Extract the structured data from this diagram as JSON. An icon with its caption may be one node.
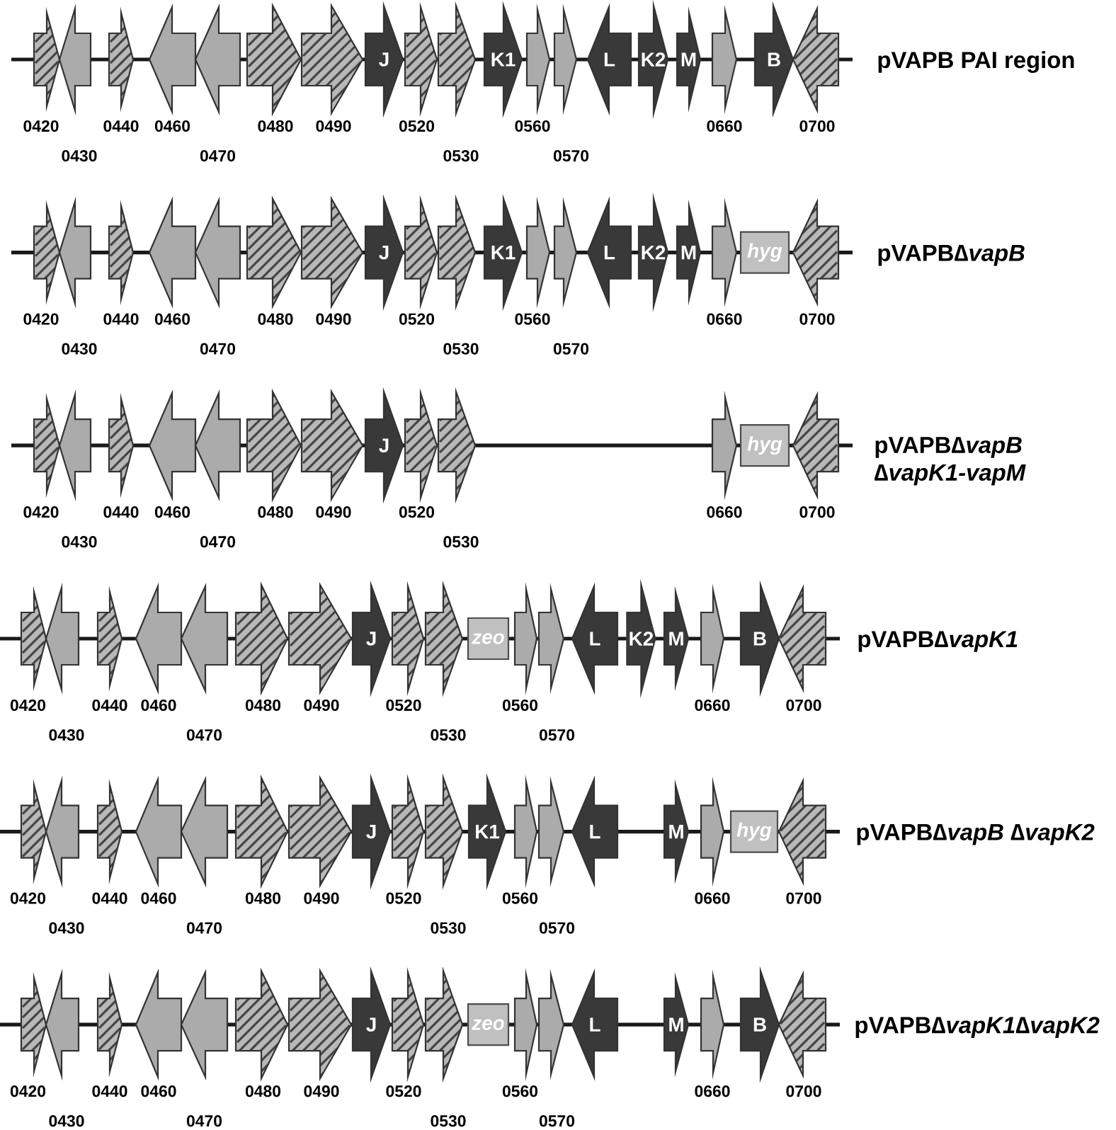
{
  "diagram": {
    "nodes": [
      {
        "text": [],
        "shape": "arrow",
        "beside": [
          "0420"
        ]
      },
      {
        "text": [],
        "shape": "arrow",
        "beside": [
          "0430"
        ]
      },
      {
        "text": [],
        "shape": "arrow",
        "beside": [
          "0440"
        ]
      },
      {
        "text": [],
        "shape": "arrow",
        "beside": [
          "0460"
        ]
      },
      {
        "text": [],
        "shape": "arrow",
        "beside": [
          "0470"
        ]
      },
      {
        "text": [],
        "shape": "arrow",
        "beside": [
          "0480"
        ]
      },
      {
        "text": [],
        "shape": "arrow",
        "beside": [
          "0490"
        ]
      },
      {
        "text": [
          "J"
        ]
      },
      {
        "text": [],
        "shape": "arrow",
        "beside": [
          "0520"
        ]
      },
      {
        "text": [],
        "shape": "arrow",
        "beside": [
          "0530"
        ]
      },
      {
        "text": [
          "K1"
        ]
      },
      {
        "text": [],
        "shape": "arrow",
        "beside": [
          "0560"
        ]
      },
      {
        "text": [],
        "shape": "arrow",
        "beside": [
          "0570"
        ]
      },
      {
        "text": [
          "L"
        ]
      },
      {
        "text": [
          "K2"
        ]
      },
      {
        "text": [
          "M"
        ]
      },
      {
        "text": [],
        "shape": "arrow",
        "beside": [
          "0660"
        ]
      },
      {
        "text": [
          "B"
        ]
      },
      {
        "text": [],
        "shape": "arrow",
        "beside": [
          "0700"
        ]
      },
      {
        "text": [],
        "shape": "arrow",
        "beside": [
          "0420"
        ]
      },
      {
        "text": [],
        "shape": "arrow",
        "beside": [
          "0430"
        ]
      },
      {
        "text": [],
        "shape": "arrow",
        "beside": [
          "0440"
        ]
      },
      {
        "text": [],
        "shape": "arrow",
        "beside": [
          "0460"
        ]
      },
      {
        "text": [],
        "shape": "arrow",
        "beside": [
          "0470"
        ]
      },
      {
        "text": [],
        "shape": "arrow",
        "beside": [
          "0480"
        ]
      },
      {
        "text": [],
        "shape": "arrow",
        "beside": [
          "0490"
        ]
      },
      {
        "text": [
          "J"
        ]
      },
      {
        "text": [],
        "shape": "arrow",
        "beside": [
          "0520"
        ]
      },
      {
        "text": [],
        "shape": "arrow",
        "beside": [
          "0530"
        ]
      },
      {
        "text": [
          "K1"
        ]
      },
      {
        "text": [],
        "shape": "arrow",
        "beside": [
          "0560"
        ]
      },
      {
        "text": [],
        "shape": "arrow",
        "beside": [
          "0570"
        ]
      },
      {
        "text": [
          "L"
        ]
      },
      {
        "text": [
          "K2"
        ]
      },
      {
        "text": [
          "M"
        ]
      },
      {
        "text": [],
        "shape": "arrow",
        "beside": [
          "0660"
        ]
      },
      {
        "text": [
          "hyg"
        ]
      },
      {
        "text": [],
        "shape": "arrow",
        "beside": [
          "0700"
        ]
      },
      {
        "text": [],
        "shape": "arrow",
        "beside": [
          "0420"
        ]
      },
      {
        "text": [],
        "shape": "arrow",
        "beside": [
          "0430"
        ]
      },
      {
        "text": [],
        "shape": "arrow",
        "beside": [
          "0440"
        ]
      },
      {
        "text": [],
        "shape": "arrow",
        "beside": [
          "0460"
        ]
      },
      {
        "text": [],
        "shape": "arrow",
        "beside": [
          "0470"
        ]
      },
      {
        "text": [],
        "shape": "arrow",
        "beside": [
          "0480"
        ]
      },
      {
        "text": [],
        "shape": "arrow",
        "beside": [
          "0490"
        ]
      },
      {
        "text": [
          "J"
        ]
      },
      {
        "text": [],
        "shape": "arrow",
        "beside": [
          "0520"
        ]
      },
      {
        "text": [],
        "shape": "arrow",
        "beside": [
          "0530"
        ]
      },
      {
        "text": [],
        "shape": "arrow",
        "beside": [
          "0660"
        ]
      },
      {
        "text": [
          "hyg"
        ]
      },
      {
        "text": [],
        "shape": "arrow",
        "beside": [
          "0700"
        ]
      },
      {
        "text": [],
        "shape": "arrow",
        "beside": [
          "0420"
        ]
      },
      {
        "text": [],
        "shape": "arrow",
        "beside": [
          "0430"
        ]
      },
      {
        "text": [],
        "shape": "arrow",
        "beside": [
          "0440"
        ]
      },
      {
        "text": [],
        "shape": "arrow",
        "beside": [
          "0460"
        ]
      },
      {
        "text": [],
        "shape": "arrow",
        "beside": [
          "0470"
        ]
      },
      {
        "text": [],
        "shape": "arrow",
        "beside": [
          "0480"
        ]
      },
      {
        "text": [],
        "shape": "arrow",
        "beside": [
          "0490"
        ]
      },
      {
        "text": [
          "J"
        ]
      },
      {
        "text": [],
        "shape": "arrow",
        "beside": [
          "0520"
        ]
      },
      {
        "text": [],
        "shape": "arrow",
        "beside": [
          "0530"
        ]
      },
      {
        "text": [
          "zeo"
        ]
      },
      {
        "text": [],
        "shape": "arrow",
        "beside": [
          "0560"
        ]
      },
      {
        "text": [],
        "shape": "arrow",
        "beside": [
          "0570"
        ]
      },
      {
        "text": [
          "L"
        ]
      },
      {
        "text": [
          "K2"
        ]
      },
      {
        "text": [
          "M"
        ]
      },
      {
        "text": [],
        "shape": "arrow",
        "beside": [
          "0660"
        ]
      },
      {
        "text": [
          "B"
        ]
      },
      {
        "text": [],
        "shape": "arrow",
        "beside": [
          "0700"
        ]
      },
      {
        "text": [],
        "shape": "arrow",
        "beside": [
          "0420"
        ]
      },
      {
        "text": [],
        "shape": "arrow",
        "beside": [
          "0430"
        ]
      },
      {
        "text": [],
        "shape": "arrow",
        "beside": [
          "0440"
        ]
      },
      {
        "text": [],
        "shape": "arrow",
        "beside": [
          "0460"
        ]
      },
      {
        "text": [],
        "shape": "arrow",
        "beside": [
          "0470"
        ]
      },
      {
        "text": [],
        "shape": "arrow",
        "beside": [
          "0480"
        ]
      },
      {
        "text": [],
        "shape": "arrow",
        "beside": [
          "0490"
        ]
      },
      {
        "text": [
          "J"
        ]
      },
      {
        "text": [],
        "shape": "arrow",
        "beside": [
          "0520"
        ]
      },
      {
        "text": [],
        "shape": "arrow",
        "beside": [
          "0530"
        ]
      },
      {
        "text": [
          "K1"
        ]
      },
      {
        "text": [],
        "shape": "arrow",
        "beside": [
          "0560"
        ]
      },
      {
        "text": [],
        "shape": "arrow",
        "beside": [
          "0570"
        ]
      },
      {
        "text": [
          "L"
        ]
      },
      {
        "text": [
          "M"
        ]
      },
      {
        "text": [],
        "shape": "arrow",
        "beside": [
          "0660"
        ]
      },
      {
        "text": [
          "hyg"
        ]
      },
      {
        "text": [],
        "shape": "arrow",
        "beside": [
          "0700"
        ]
      },
      {
        "text": [],
        "shape": "arrow",
        "beside": [
          "0420"
        ]
      },
      {
        "text": [],
        "shape": "arrow",
        "beside": [
          "0430"
        ]
      },
      {
        "text": [],
        "shape": "arrow",
        "beside": [
          "0440"
        ]
      },
      {
        "text": [],
        "shape": "arrow",
        "beside": [
          "0460"
        ]
      },
      {
        "text": [],
        "shape": "arrow",
        "beside": [
          "0470"
        ]
      },
      {
        "text": [],
        "shape": "arrow",
        "beside": [
          "0480"
        ]
      },
      {
        "text": [],
        "shape": "arrow",
        "beside": [
          "0490"
        ]
      },
      {
        "text": [
          "J"
        ]
      },
      {
        "text": [],
        "shape": "arrow",
        "beside": [
          "0520"
        ]
      },
      {
        "text": [],
        "shape": "arrow",
        "beside": [
          "0530"
        ]
      },
      {
        "text": [
          "zeo"
        ]
      },
      {
        "text": [],
        "shape": "arrow",
        "beside": [
          "0560"
        ]
      },
      {
        "text": [],
        "shape": "arrow",
        "beside": [
          "0570"
        ]
      },
      {
        "text": [
          "L"
        ]
      },
      {
        "text": [
          "M"
        ]
      },
      {
        "text": [],
        "shape": "arrow",
        "beside": [
          "0660"
        ]
      },
      {
        "text": [
          "B"
        ]
      },
      {
        "text": [],
        "shape": "arrow",
        "beside": [
          "0700"
        ]
      }
    ],
    "labels": [
      "pVAPB PAI region",
      "pVAPB∆*vapB*",
      "pVAPB∆*vapB* ∆*vapK1-vapM*",
      "pVAPB∆*vapK1*",
      "pVAPB∆*vapB* ∆*vapK2*",
      "pVAPB∆*vapK1*∆*vapK2*"
    ]
  }
}
